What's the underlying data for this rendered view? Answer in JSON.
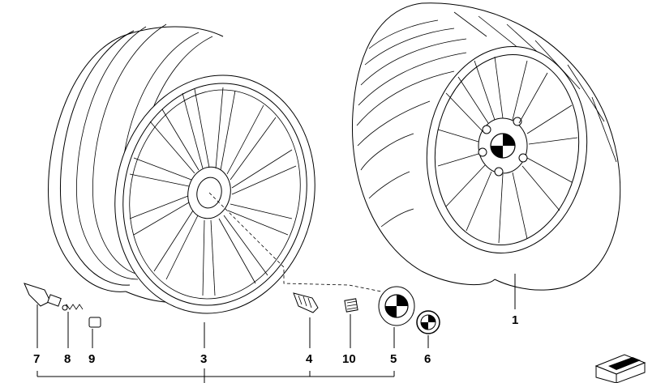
{
  "callouts": [
    {
      "id": "1",
      "label": "1"
    },
    {
      "id": "3",
      "label": "3"
    },
    {
      "id": "4",
      "label": "4"
    },
    {
      "id": "5",
      "label": "5"
    },
    {
      "id": "6",
      "label": "6"
    },
    {
      "id": "7",
      "label": "7"
    },
    {
      "id": "8",
      "label": "8"
    },
    {
      "id": "9",
      "label": "9"
    },
    {
      "id": "10",
      "label": "10"
    }
  ]
}
